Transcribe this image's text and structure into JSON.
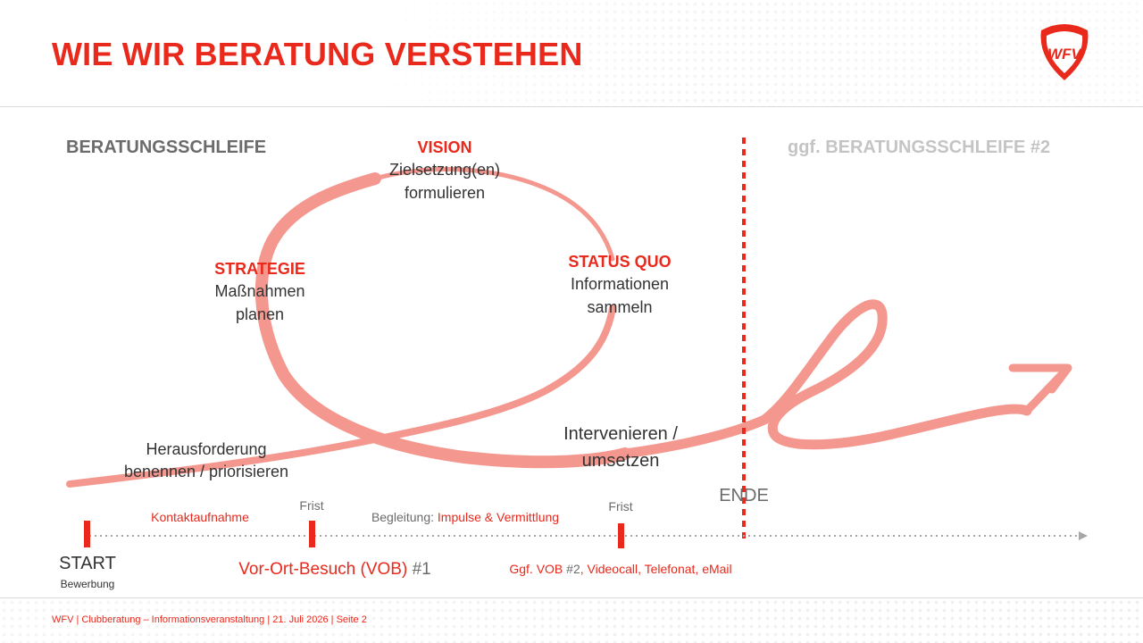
{
  "slide": {
    "title": "WIE WIR BERATUNG VERSTEHEN",
    "logo_text": "WFV"
  },
  "loop": {
    "label_left": "BERATUNGSSCHLEIFE",
    "label_right": "ggf. BERATUNGSSCHLEIFE #2",
    "vision_title": "VISION",
    "vision_line1": "Zielsetzung(en)",
    "vision_line2": "formulieren",
    "strategy_title": "STRATEGIE",
    "strategy_line1": "Maßnahmen",
    "strategy_line2": "planen",
    "status_title": "STATUS QUO",
    "status_line1": "Informationen",
    "status_line2": "sammeln",
    "challenge_line1": "Herausforderung",
    "challenge_line2": "benennen / priorisieren",
    "intervene_line1": "Intervenieren /",
    "intervene_line2": "umsetzen"
  },
  "timeline": {
    "end_label": "ENDE",
    "start_label": "START",
    "start_sub": "Bewerbung",
    "contact": "Kontaktaufnahme",
    "deadline_1": "Frist",
    "deadline_2": "Frist",
    "support_prefix": "Begleitung: ",
    "support_items": "Impulse & Vermittlung",
    "visit_label": "Vor-Ort-Besuch (VOB)",
    "visit_number": " #1",
    "followup_prefix": "Ggf. VOB ",
    "followup_number": "#2",
    "followup_items": ", Videocall, Telefonat, eMail"
  },
  "footer": {
    "text": "WFV  |  Clubberatung – Informationsveranstaltung | 21. Juli 2026  |  Seite 2"
  },
  "colors": {
    "accent_red": "#e8291c",
    "stroke_salmon": "#f4978e",
    "timeline_grey": "#a6a6a6"
  }
}
